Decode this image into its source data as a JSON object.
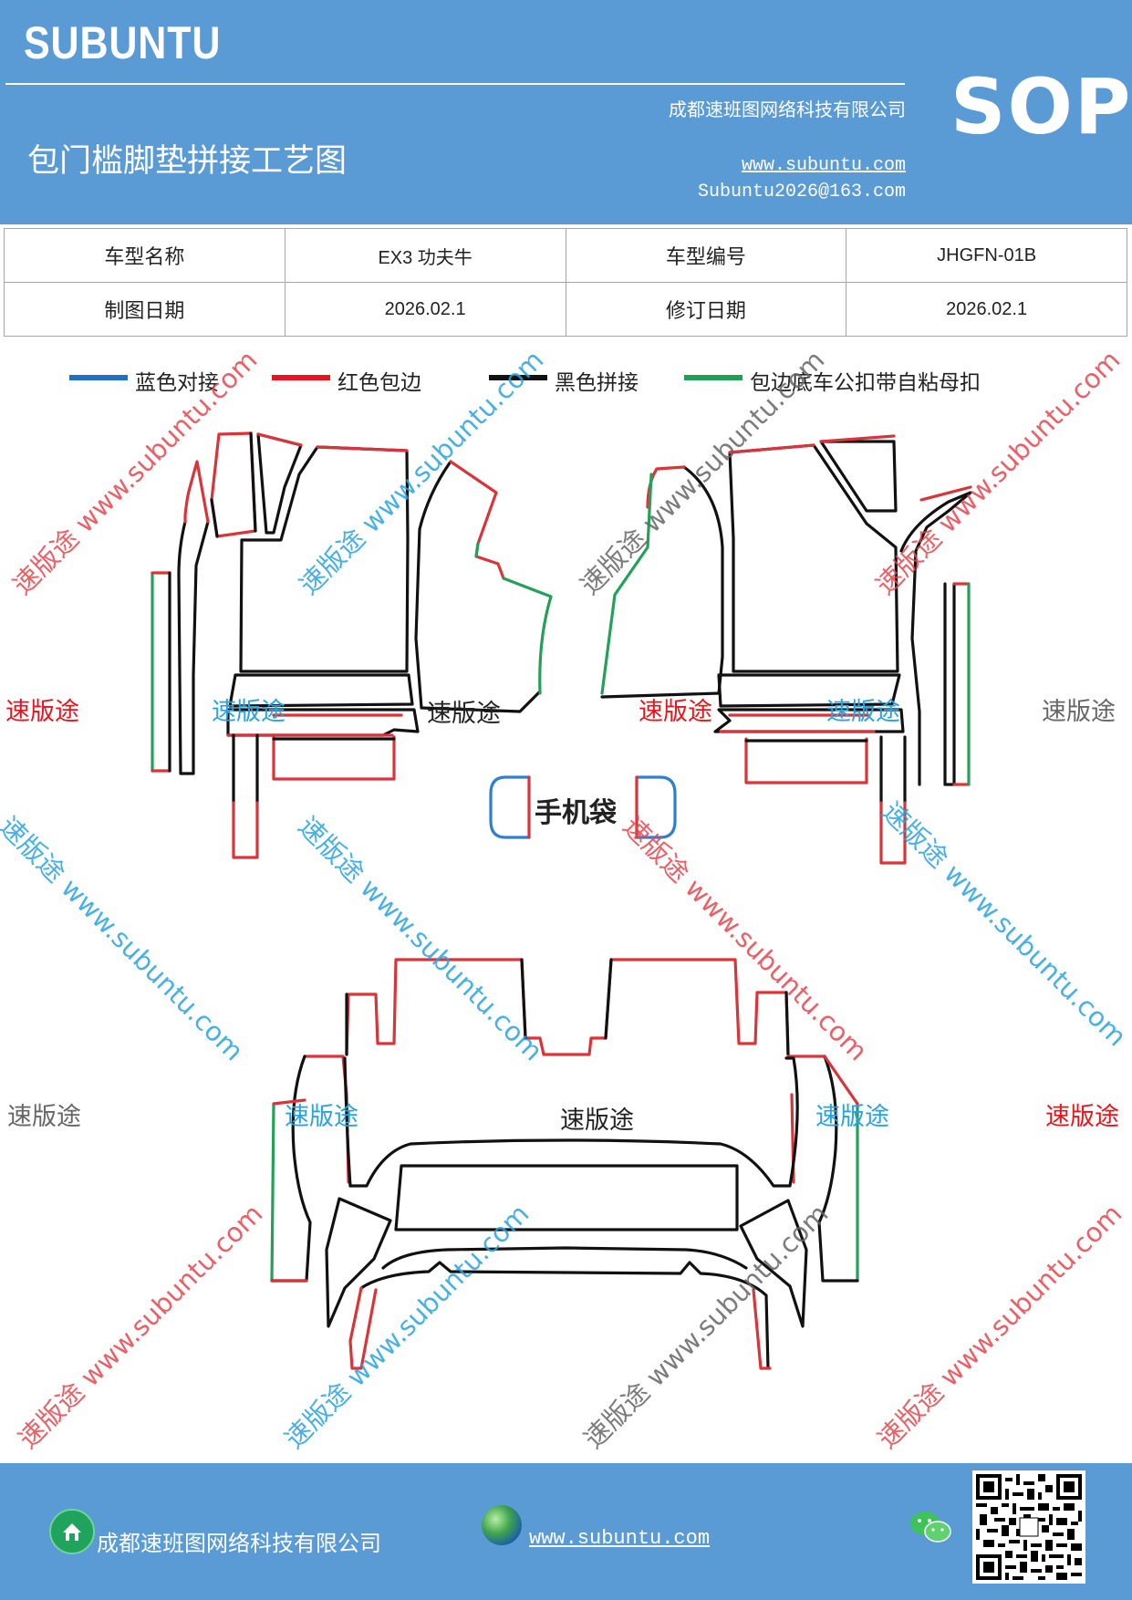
{
  "header": {
    "brand": "SUBUNTU",
    "company": "成都速班图网络科技有限公司",
    "title": "包门槛脚垫拼接工艺图",
    "website": "www.subuntu.com",
    "email": "Subuntu2026@163.com",
    "badge": "SOP",
    "background_color": "#5b9bd5"
  },
  "info_table": {
    "row1": {
      "label1": "车型名称",
      "value1": "EX3  功夫牛",
      "label2": "车型编号",
      "value2": "JHGFN-01B"
    },
    "row2": {
      "label1": "制图日期",
      "value1": "2026.02.1",
      "label2": "修订日期",
      "value2": "2026.02.1"
    }
  },
  "legend": [
    {
      "label": "蓝色对接",
      "color": "#1f6fc2"
    },
    {
      "label": "红色包边",
      "color": "#e8141c"
    },
    {
      "label": "黑色拼接",
      "color": "#111111"
    },
    {
      "label": "包边底车公扣带自粘母扣",
      "color": "#1fa055"
    }
  ],
  "diagram": {
    "pocket_label": "手机袋",
    "center_label_top": "速版途",
    "center_label_bottom": "速版途",
    "outline_colors": {
      "red": "#d9343a",
      "black": "#111111",
      "green": "#24a05a",
      "blue": "#2f7fd0"
    }
  },
  "watermarks": {
    "text": "速版途",
    "diag_text": "速版途 www.subuntu.com",
    "colors": {
      "red": "#e8141c",
      "blue": "#29a3e0",
      "gray": "#666666"
    }
  },
  "footer": {
    "company": "成都速班图网络科技有限公司",
    "website": "www.subuntu.com",
    "icons": [
      "home-icon",
      "globe-icon",
      "wechat-icon",
      "qr-code"
    ]
  }
}
